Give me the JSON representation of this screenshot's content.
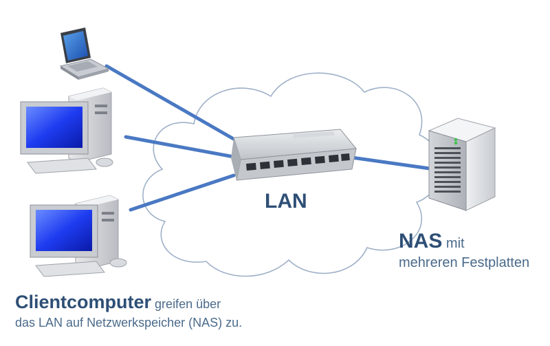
{
  "labels": {
    "lan": "LAN",
    "nas_bold": "NAS",
    "nas_rest": "mit",
    "nas_line2": "mehreren Festplatten",
    "client_bold": "Clientcomputer",
    "client_rest": "greifen über",
    "client_line2": "das LAN auf Netzwerkspeicher (NAS) zu."
  },
  "colors": {
    "link": "#4a79c3",
    "accent_text": "#2e4f76",
    "body_text": "#4a6a8a"
  }
}
